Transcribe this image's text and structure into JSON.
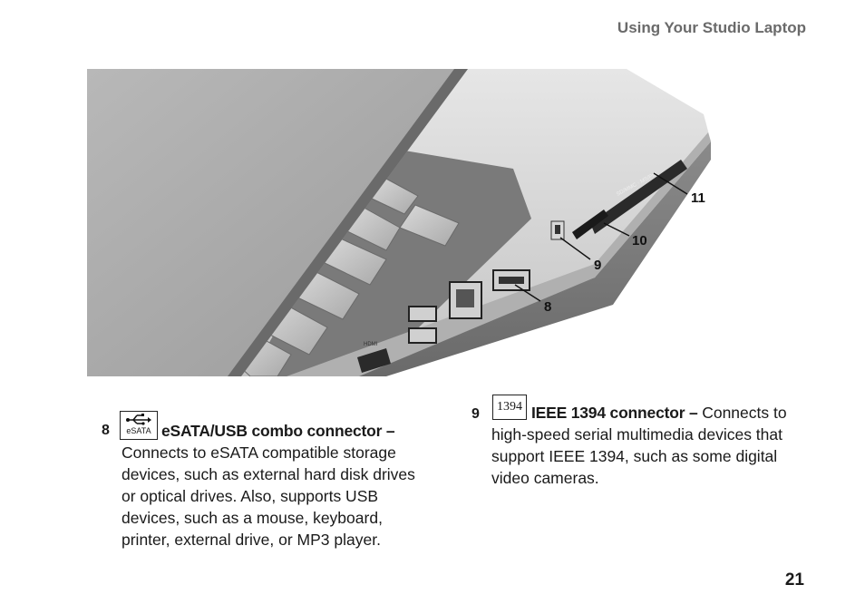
{
  "header": {
    "title": "Using Your Studio Laptop"
  },
  "figure": {
    "callouts": [
      {
        "label": "11"
      },
      {
        "label": "10"
      },
      {
        "label": "9"
      },
      {
        "label": "8"
      }
    ],
    "port_texts": {
      "card_reader": "SD/MMC · MS/Pro",
      "hdmi": "HDMI"
    }
  },
  "items": [
    {
      "number": "8",
      "icon": "esata-usb-icon",
      "icon_text": "eSATA",
      "term": "eSATA/USB combo connector",
      "dash": " –",
      "lines": [
        "Connects to eSATA compatible storage",
        "devices, such as external hard disk drives",
        "or optical drives. Also, supports USB",
        "devices, such as a mouse, keyboard,",
        "printer, external drive, or MP3 player."
      ]
    },
    {
      "number": "9",
      "icon": "ieee1394-icon",
      "icon_text": "1394",
      "term": "IEEE 1394 connector",
      "dash": " – ",
      "first_line_tail": "Connects to",
      "lines": [
        "high-speed serial multimedia devices that",
        "support IEEE 1394, such as some digital",
        "video cameras."
      ]
    }
  ],
  "page_number": "21"
}
